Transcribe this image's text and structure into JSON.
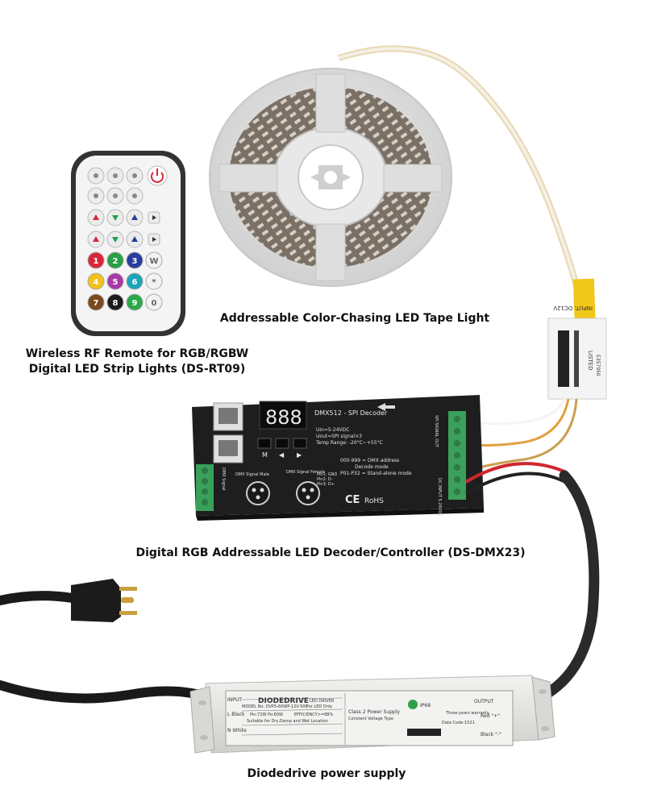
{
  "captions": {
    "tape": "Addressable Color-Chasing LED Tape Light",
    "remote_line1": "Wireless RF Remote for RGB/RGBW",
    "remote_line2": "Digital LED Strip Lights (DS-RT09)",
    "decoder": "Digital RGB Addressable LED Decoder/Controller (DS-DMX23)",
    "psu": "Diodedrive power supply"
  },
  "remote": {
    "number_keys": [
      "1",
      "2",
      "3",
      "W",
      "4",
      "5",
      "6",
      "*",
      "7",
      "8",
      "9",
      "0"
    ],
    "number_key_colors": [
      "#d8263a",
      "#27a043",
      "#2a3c9c",
      "#f2f2f2",
      "#f2c21a",
      "#a63aa6",
      "#1aa5b8",
      "#f2f2f2",
      "#7a4a1e",
      "#1d1d1d",
      "#2aa84a",
      "#f2f2f2"
    ]
  },
  "decoder": {
    "title": "DMX512 - SPI Decoder",
    "display": "888",
    "button_labels": [
      "M",
      "◀",
      "▶"
    ],
    "spec_lines": [
      "Uin=5-24VDC",
      "Uout=SPI signal×3",
      "Temp Range: -20°C~+55°C"
    ],
    "mode_lines": [
      "000-999 = DMX address",
      "Decode mode",
      "P01-P32 = Stand-alone mode"
    ],
    "dmx_male": "DMX Signal Male",
    "dmx_female": "DMX Signal Female",
    "pins": [
      "Pin1: GND",
      "Pin2: D-",
      "Pin3: D+"
    ],
    "cert_ce": "CE",
    "cert_rohs": "RoHS",
    "side_label_out": "SPI SIGNAL OUT",
    "side_label_in": "DC INPUT 5-24VDC",
    "left_label": "DMX Signal"
  },
  "tag": {
    "line1": "INPUT: DC12V",
    "line2": "LISTED",
    "line3": "E357950"
  },
  "psu": {
    "brand": "DIODEDRIVE",
    "brand_suffix": "LED DRIVER",
    "input_label": "INPUT",
    "model": "MODEL No: DVPS-60WP-12V-500",
    "for_led": "For LED Only",
    "row_black": "L Black",
    "row_white": "N White",
    "pin": "Pin:72W  Po:60W",
    "efficiency": "EFFICIENCY>=88%",
    "suitable": "Suitable for Dry,Damp and Wet Location",
    "class2": "Class 2 Power Supply",
    "constant": "Constant Voltage Type",
    "ip": "IP68",
    "warranty": "Three-years warranty",
    "output_label": "OUTPUT",
    "red": "Red \"+\"",
    "black": "Black \"-\"",
    "date": "Date Code:1521"
  },
  "colors": {
    "decoder_body": "#1e1e1e",
    "terminal_green": "#3aa05a",
    "psu_body": "#e6e6e4",
    "reel": "#dcdcdc"
  }
}
